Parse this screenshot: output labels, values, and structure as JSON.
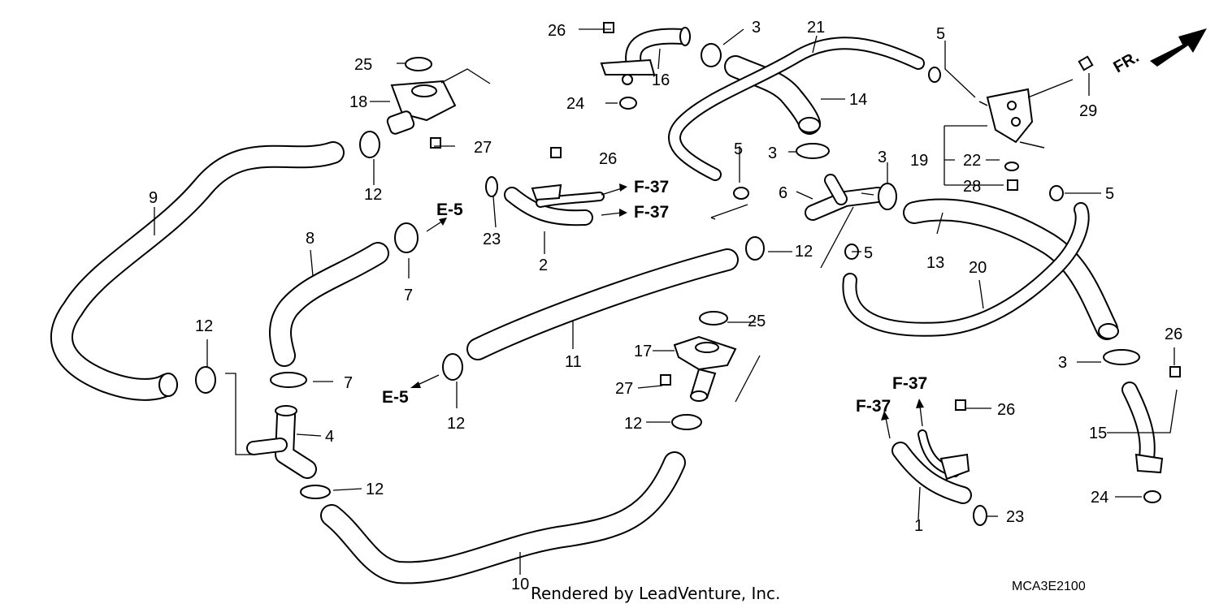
{
  "diagram": {
    "part_numbers": {
      "p1": "1",
      "p2": "2",
      "p3a": "3",
      "p3b": "3",
      "p3c": "3",
      "p3d": "3",
      "p4": "4",
      "p5a": "5",
      "p5b": "5",
      "p5c": "5",
      "p5d": "5",
      "p6": "6",
      "p7a": "7",
      "p7b": "7",
      "p8": "8",
      "p9": "9",
      "p10": "10",
      "p11": "11",
      "p12a": "12",
      "p12b": "12",
      "p12c": "12",
      "p12d": "12",
      "p12e": "12",
      "p12f": "12",
      "p13": "13",
      "p14": "14",
      "p15": "15",
      "p16": "16",
      "p17": "17",
      "p18": "18",
      "p19": "19",
      "p20": "20",
      "p21": "21",
      "p22": "22",
      "p23a": "23",
      "p23b": "23",
      "p24a": "24",
      "p24b": "24",
      "p25a": "25",
      "p25b": "25",
      "p26a": "26",
      "p26b": "26",
      "p26c": "26",
      "p26d": "26",
      "p27a": "27",
      "p27b": "27",
      "p28": "28",
      "p29": "29"
    },
    "references": {
      "e5_top": "E-5",
      "e5_bottom": "E-5",
      "f37_a": "F-37",
      "f37_b": "F-37",
      "f37_c": "F-37",
      "f37_d": "F-37"
    },
    "direction_label": "FR.",
    "footer": "Rendered by LeadVenture, Inc.",
    "diagram_code": "MCA3E2100"
  }
}
